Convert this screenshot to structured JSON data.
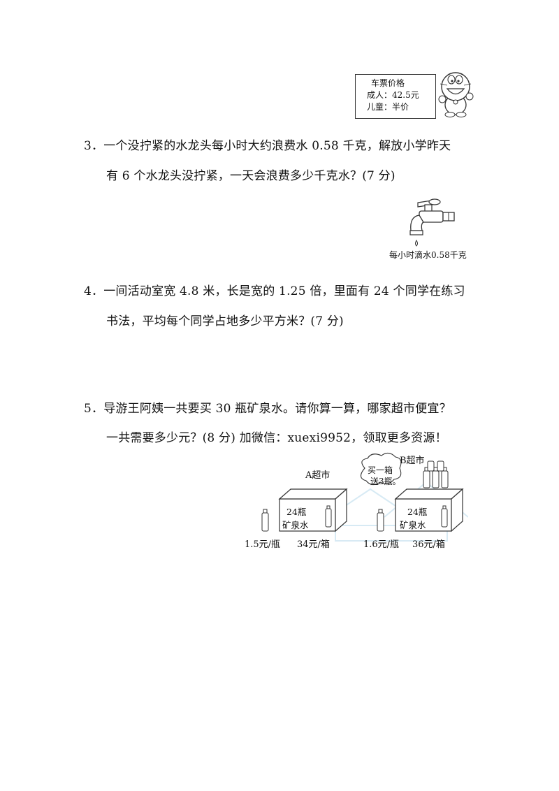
{
  "ticket": {
    "title": "车票价格",
    "adult": "成人：42.5元",
    "child": "儿童：半价"
  },
  "q3": {
    "line1": "3．一个没拧紧的水龙头每小时大约浪费水 0.58 千克，解放小学昨天",
    "line2": "有 6 个水龙头没拧紧，一天会浪费多少千克水？(7 分)",
    "caption": "每小时滴水0.58千克"
  },
  "q4": {
    "line1": "4．一间活动室宽 4.8 米，长是宽的 1.25 倍，里面有 24 个同学在练习",
    "line2": "书法，平均每个同学占地多少平方米？(7 分)"
  },
  "q5": {
    "line1": "5．导游王阿姨一共要买 30 瓶矿泉水。请你算一算，哪家超市便宜？",
    "line2": "一共需要多少元？(8 分)  加微信：xuexi9952，领取更多资源！"
  },
  "shops": {
    "a": {
      "name": "A超市",
      "box_count": "24瓶",
      "box_label": "矿泉水",
      "bottle_price": "1.5元/瓶",
      "box_price": "34元/箱"
    },
    "b": {
      "name": "B超市",
      "box_count": "24瓶",
      "box_label": "矿泉水",
      "bottle_price": "1.6元/瓶",
      "box_price": "36元/箱",
      "bubble_line1": "买一箱",
      "bubble_line2": "送3瓶。"
    }
  }
}
